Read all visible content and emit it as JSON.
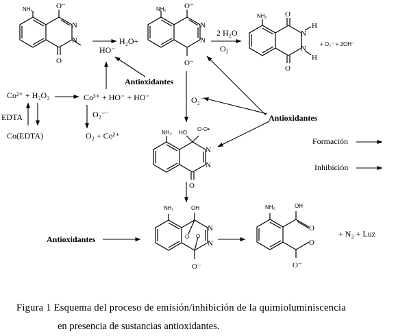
{
  "reactions": {
    "h2o_plus": "H₂O+",
    "ho_minus": "HO⁻",
    "two_h2o": "2 H₂O",
    "o2": "O₂",
    "o2_minus_ho": "+ O₂⁻ + 2OH⁻",
    "n2_light": "+ N₂ + Luz",
    "co2_h2o2": "Co²⁺ + H₂O₂",
    "edta": "EDTA",
    "co_edta": "Co(EDTA)",
    "co3_ho": "Co³⁺ + HO⁻ + HO⁻",
    "o2_radical": "O₂⁻˙",
    "o2_co2": "O₂ + Co²⁺",
    "o2_radical_mid": "O₂⁻"
  },
  "labels": {
    "antioxidantes": "Antioxidantes"
  },
  "legend": {
    "formacion": "Formación",
    "inhibicion": "Inhibición"
  },
  "atoms": {
    "nh2": "NH₂",
    "n": "N",
    "h": "H",
    "o_minus": "O⁻",
    "oh": "OH",
    "ho": "HO",
    "o_o_dot": "O-O•",
    "o": "O"
  },
  "caption": {
    "line1": "Figura 1   Esquema del proceso de emisión/inhibición de la quimioluminiscencia",
    "line2": "en presencia de  sustancias antioxidantes."
  }
}
